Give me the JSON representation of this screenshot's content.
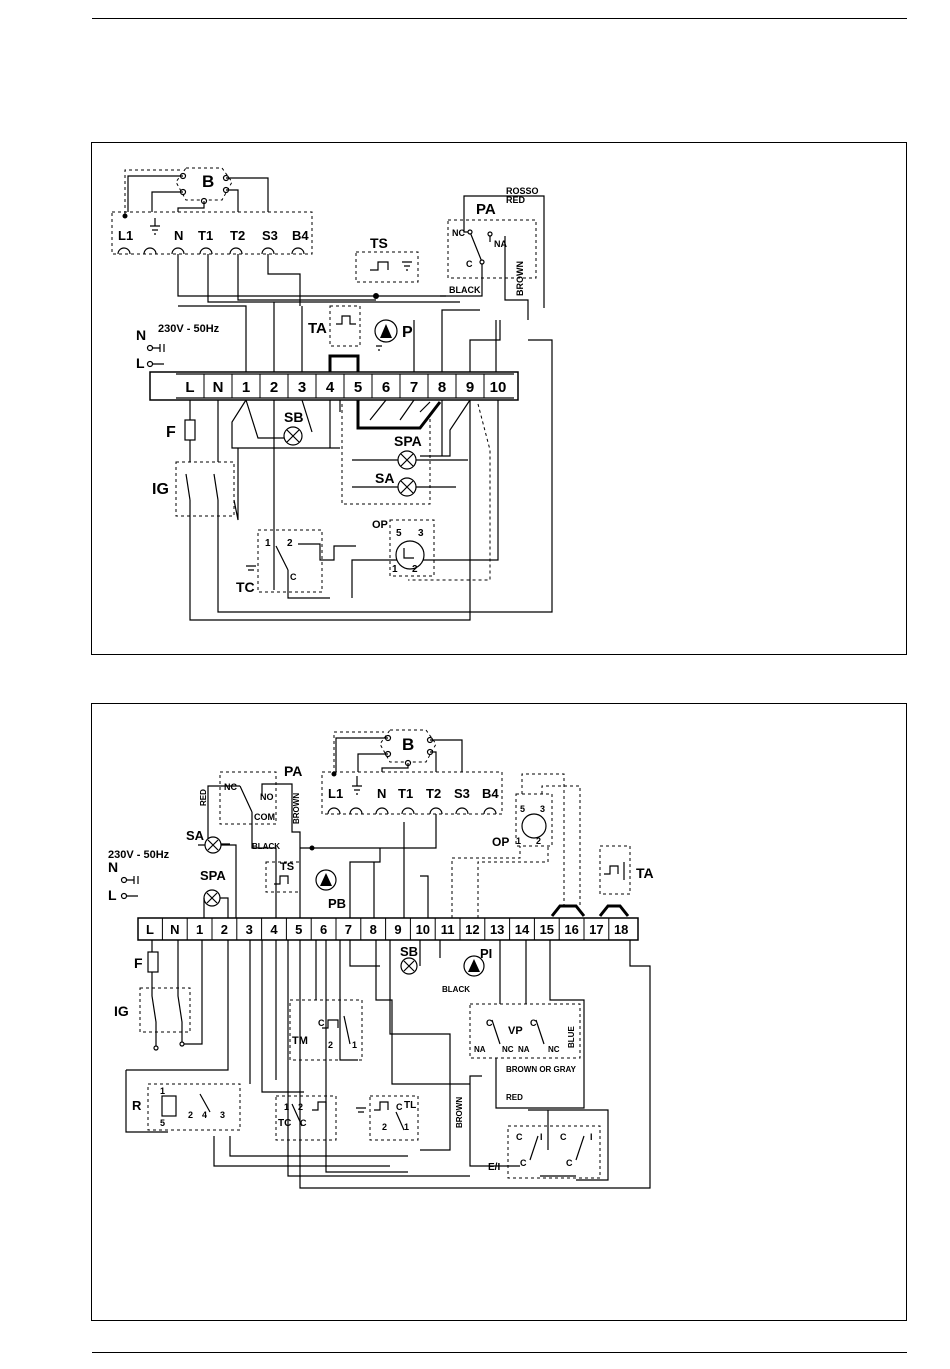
{
  "diagram1": {
    "terminals": [
      "L",
      "N",
      "1",
      "2",
      "3",
      "4",
      "5",
      "6",
      "7",
      "8",
      "9",
      "10"
    ],
    "top_terminals": [
      "L1",
      "N",
      "T1",
      "T2",
      "S3",
      "B4"
    ],
    "supply": {
      "voltage": "230V - 50Hz",
      "n": "N",
      "l": "L"
    },
    "labels": {
      "B": "B",
      "PA": "PA",
      "NC": "NC",
      "NA": "NA",
      "C": "C",
      "rosso": "ROSSO",
      "red": "RED",
      "black": "BLACK",
      "brown": "BROWN",
      "TS": "TS",
      "TA": "TA",
      "P": "P",
      "SB": "SB",
      "SPA": "SPA",
      "SA": "SA",
      "F": "F",
      "IG": "IG",
      "OP": "OP",
      "TC": "TC",
      "op5": "5",
      "op3": "3",
      "op1": "1",
      "op2": "2",
      "tc1": "1",
      "tc2": "2",
      "tcC": "C"
    }
  },
  "diagram2": {
    "terminals": [
      "L",
      "N",
      "1",
      "2",
      "3",
      "4",
      "5",
      "6",
      "7",
      "8",
      "9",
      "10",
      "11",
      "12",
      "13",
      "14",
      "15",
      "16",
      "17",
      "18"
    ],
    "top_terminals": [
      "L1",
      "N",
      "T1",
      "T2",
      "S3",
      "B4"
    ],
    "supply": {
      "voltage": "230V - 50Hz",
      "n": "N",
      "l": "L"
    },
    "labels": {
      "B": "B",
      "PA": "PA",
      "NC": "NC",
      "NO": "NO",
      "COM": "COM",
      "red": "RED",
      "brown": "BROWN",
      "black": "BLACK",
      "TS": "TS",
      "SA": "SA",
      "SPA": "SPA",
      "PB": "PB",
      "SB": "SB",
      "PI": "PI",
      "OP": "OP",
      "TA": "TA",
      "F": "F",
      "IG": "IG",
      "TM": "TM",
      "VP": "VP",
      "R": "R",
      "TC": "TC",
      "TL": "TL",
      "EI": "E/I",
      "brown_gray": "BROWN OR GRAY",
      "blue": "BLUE",
      "black2": "BLACK",
      "red2": "RED",
      "brown2": "BROWN",
      "vpNA": "NA",
      "vpNC": "NC",
      "vpNA2": "NA",
      "vpNC2": "NC",
      "vpC": "C",
      "vpC2": "C",
      "op5": "5",
      "op3": "3",
      "op1": "1",
      "op2": "2",
      "r1": "1",
      "r5": "5",
      "r2": "2",
      "r4": "4",
      "r3": "3",
      "tm2": "2",
      "tm1": "1",
      "tmC": "C",
      "tc1": "1",
      "tc2": "2",
      "tcC": "C",
      "tl1": "1",
      "tl2": "2",
      "tlC": "C",
      "ei_c": "C",
      "ei_i": "I"
    }
  }
}
